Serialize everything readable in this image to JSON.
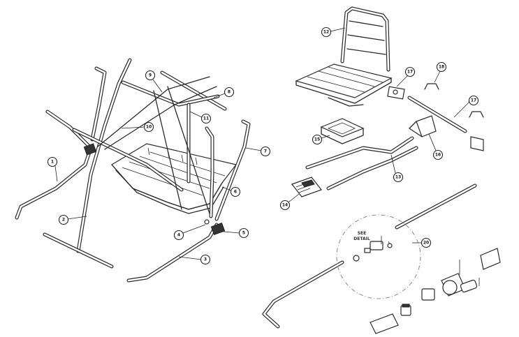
{
  "callouts": [
    {
      "label": "1"
    },
    {
      "label": "2"
    },
    {
      "label": "3"
    },
    {
      "label": "4"
    },
    {
      "label": "5"
    },
    {
      "label": "6"
    },
    {
      "label": "7"
    },
    {
      "label": "8"
    },
    {
      "label": "9"
    },
    {
      "label": "10"
    },
    {
      "label": "11"
    },
    {
      "label": "12"
    },
    {
      "label": "13"
    },
    {
      "label": "14"
    },
    {
      "label": "15"
    },
    {
      "label": "16"
    },
    {
      "label": "17"
    },
    {
      "label": "17"
    },
    {
      "label": "18"
    },
    {
      "label": "20"
    }
  ],
  "detail": {
    "line1": "SEE",
    "line2": "DETAIL"
  }
}
